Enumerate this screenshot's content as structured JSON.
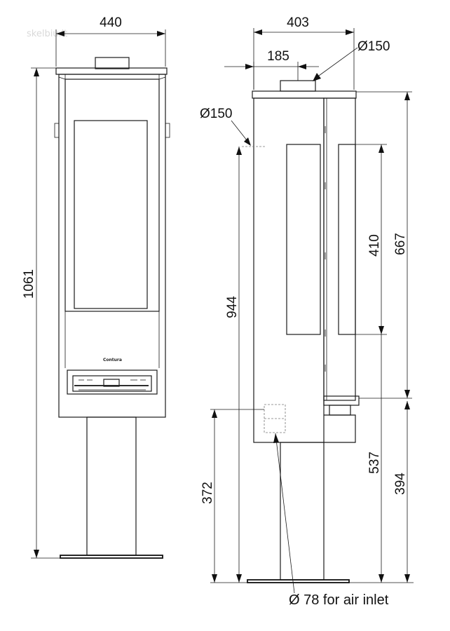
{
  "watermark": "skelbiu.lt",
  "front_view": {
    "width_label": "440",
    "height_label": "1061",
    "logo_text": "Contura"
  },
  "side_view": {
    "depth_label": "403",
    "flue_offset_label": "185",
    "top_flue_label": "Ø150",
    "rear_flue_label": "Ø150",
    "rear_flue_height_label": "944",
    "glass_height_label": "410",
    "top_to_rear_label": "667",
    "air_inlet_height_label": "372",
    "base_to_flue_label": "537",
    "lower_height_label": "394",
    "air_inlet_note": "Ø 78 for air inlet"
  }
}
